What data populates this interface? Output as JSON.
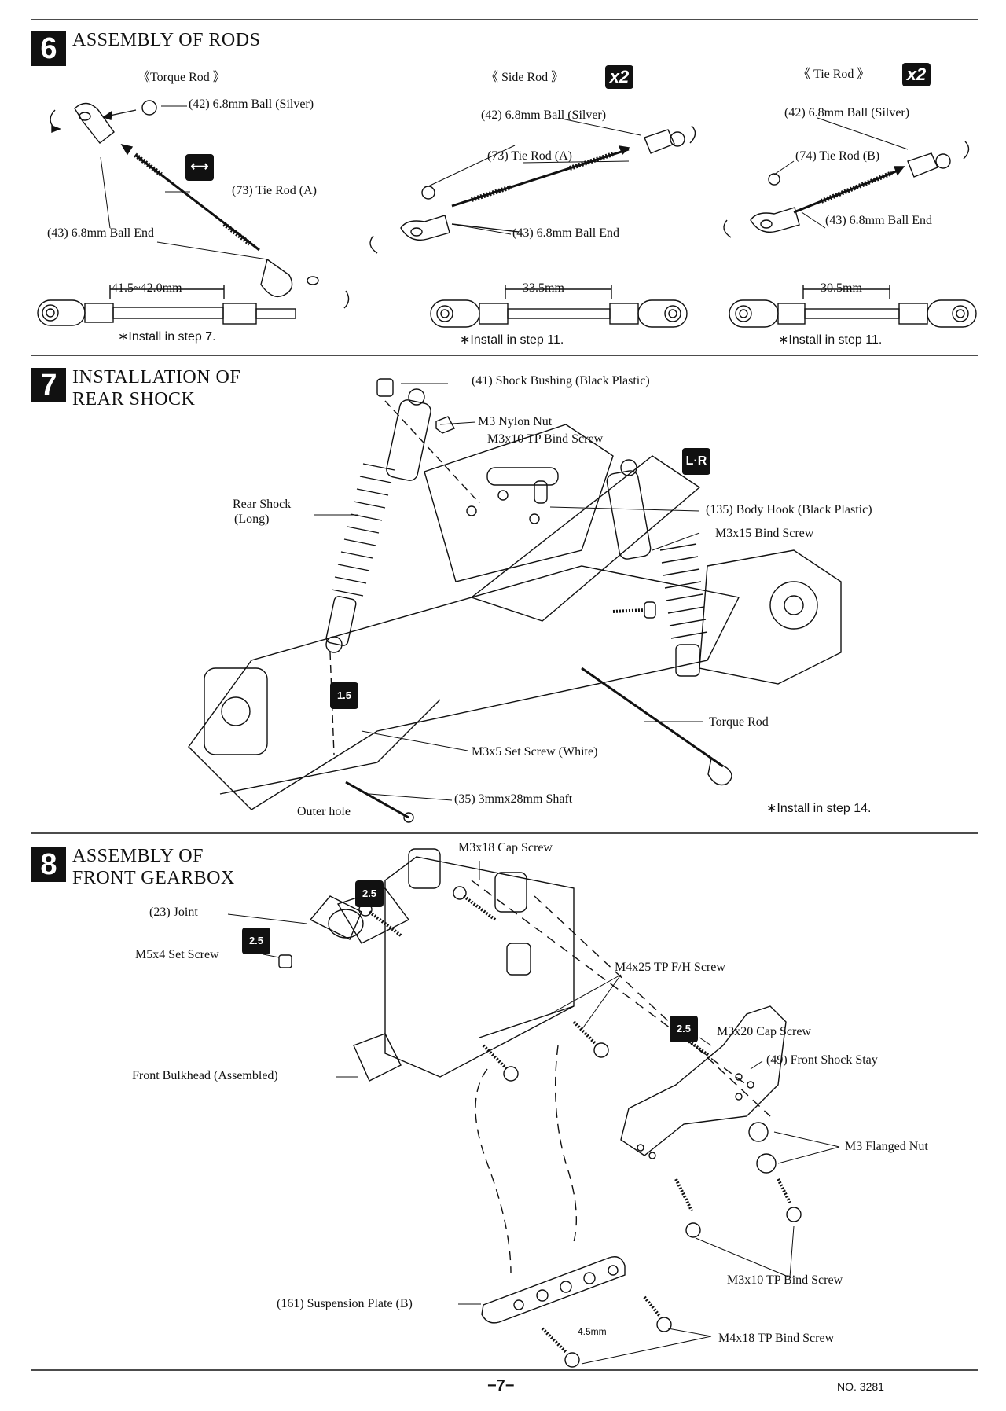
{
  "step6": {
    "number": "6",
    "title": "ASSEMBLY OF RODS",
    "torque": {
      "heading": "《Torque Rod 》",
      "ball": "(42) 6.8mm Ball (Silver)",
      "tierod": "(73) Tie Rod (A)",
      "ballend": "(43) 6.8mm Ball End",
      "dimension": "41.5~42.0mm",
      "note": "∗Install in step 7."
    },
    "side": {
      "heading": "《 Side Rod 》",
      "qty": "x2",
      "ball": "(42) 6.8mm Ball (Silver)",
      "tierod": "(73) Tie Rod (A)",
      "ballend": "(43) 6.8mm Ball End",
      "dimension": "33.5mm",
      "note": "∗Install in step 11."
    },
    "tie": {
      "heading": "《 Tie Rod 》",
      "qty": "x2",
      "ball": "(42) 6.8mm Ball (Silver)",
      "tierod": "(74) Tie Rod (B)",
      "ballend": "(43) 6.8mm Ball End",
      "dimension": "30.5mm",
      "note": "∗Install in step 11."
    }
  },
  "step7": {
    "number": "7",
    "title_line1": "INSTALLATION OF",
    "title_line2": "REAR SHOCK",
    "bushing": "(41) Shock Bushing (Black Plastic)",
    "nylon_nut": "M3 Nylon Nut",
    "tp_bind": "M3x10 TP Bind Screw",
    "rear_shock_1": "Rear Shock",
    "rear_shock_2": "(Long)",
    "body_hook": "(135) Body Hook (Black Plastic)",
    "bind15": "M3x15 Bind Screw",
    "torque_rod": "Torque Rod",
    "set_screw": "M3x5 Set Screw (White)",
    "shaft": "(35) 3mmx28mm Shaft",
    "outer_hole": "Outer hole",
    "note": "∗Install in step 14."
  },
  "step8": {
    "number": "8",
    "title_line1": "ASSEMBLY OF",
    "title_line2": "FRONT GEARBOX",
    "cap18": "M3x18 Cap Screw",
    "joint": "(23) Joint",
    "set_screw": "M5x4 Set Screw",
    "fh_screw": "M4x25 TP F/H Screw",
    "bulkhead": "Front Bulkhead (Assembled)",
    "cap20": "M3x20 Cap Screw",
    "shock_stay": "(49) Front Shock Stay",
    "flanged_nut": "M3 Flanged Nut",
    "bind10": "M3x10 TP Bind Screw",
    "susp_plate": "(161) Suspension Plate (B)",
    "gap": "4.5mm",
    "bind18": "M4x18 TP Bind Screw"
  },
  "footer": {
    "page": "−7−",
    "doc_no": "NO. 3281"
  }
}
